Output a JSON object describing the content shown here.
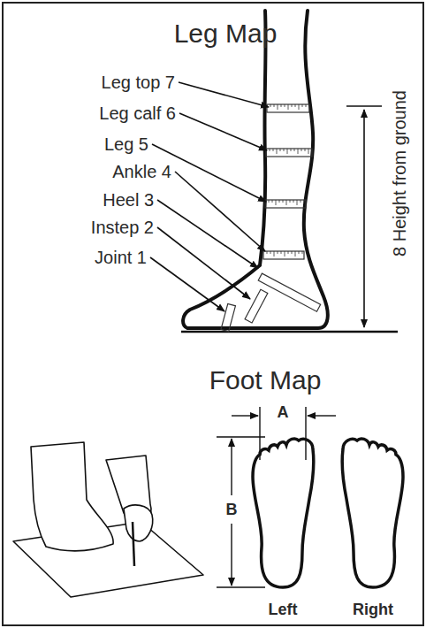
{
  "diagram": {
    "title": "Leg Map",
    "labels": [
      "Leg top 7",
      "Leg calf 6",
      "Leg 5",
      "Ankle 4",
      "Heel 3",
      "Instep 2",
      "Joint 1",
      "8 Height from ground",
      "Foot Map",
      "A",
      "B",
      "Left",
      "Right"
    ]
  }
}
